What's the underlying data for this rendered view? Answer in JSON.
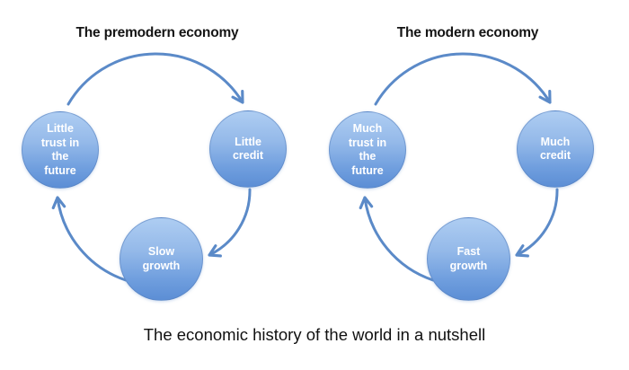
{
  "caption": "The economic history of the world in a nutshell",
  "colors": {
    "arrow": "#5b8ac8",
    "circle_gradient_top": "#aecdf2",
    "circle_gradient_bottom": "#5c8ed5",
    "node_text": "#ffffff",
    "title_text": "#151515",
    "background": "#ffffff"
  },
  "diagrams": [
    {
      "title": "The premodern economy",
      "nodes": [
        {
          "id": "trust",
          "label": "Little\ntrust in\nthe\nfuture"
        },
        {
          "id": "credit",
          "label": "Little\ncredit"
        },
        {
          "id": "growth",
          "label": "Slow\ngrowth"
        }
      ],
      "flow": [
        "trust → credit",
        "credit → growth",
        "growth → trust"
      ]
    },
    {
      "title": "The modern economy",
      "nodes": [
        {
          "id": "trust",
          "label": "Much\ntrust in\nthe\nfuture"
        },
        {
          "id": "credit",
          "label": "Much\ncredit"
        },
        {
          "id": "growth",
          "label": "Fast\ngrowth"
        }
      ],
      "flow": [
        "trust → credit",
        "credit → growth",
        "growth → trust"
      ]
    }
  ]
}
